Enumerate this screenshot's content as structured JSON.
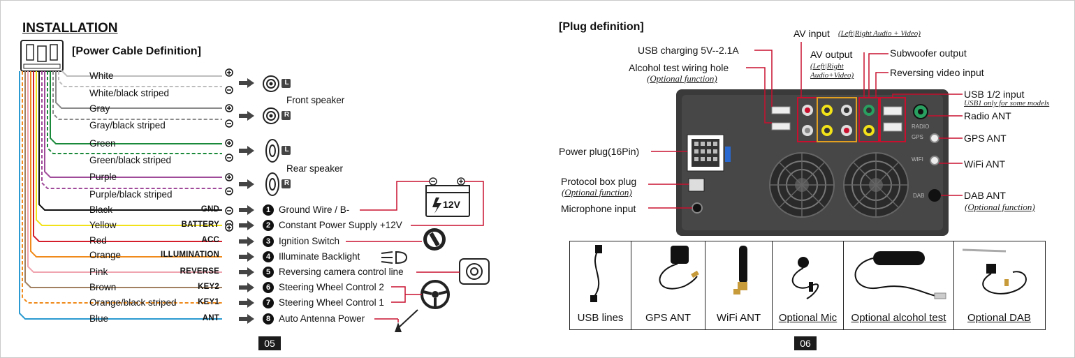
{
  "left": {
    "heading": "INSTALLATION",
    "subheading": "[Power Cable Definition]",
    "wires": [
      {
        "label": "White",
        "tag": "",
        "color": "#bdbdbd",
        "dashed": false
      },
      {
        "label": "White/black striped",
        "tag": "",
        "color": "#bdbdbd",
        "dashed": true
      },
      {
        "label": "Gray",
        "tag": "",
        "color": "#8a8a8a",
        "dashed": false
      },
      {
        "label": "Gray/black striped",
        "tag": "",
        "color": "#8a8a8a",
        "dashed": true
      },
      {
        "label": "Green",
        "tag": "",
        "color": "#1a8a3a",
        "dashed": false
      },
      {
        "label": "Green/black striped",
        "tag": "",
        "color": "#1a8a3a",
        "dashed": true
      },
      {
        "label": "Purple",
        "tag": "",
        "color": "#a04a9a",
        "dashed": false
      },
      {
        "label": "Purple/black striped",
        "tag": "",
        "color": "#a04a9a",
        "dashed": true
      },
      {
        "label": "Black",
        "tag": "GND",
        "color": "#111111",
        "dashed": false
      },
      {
        "label": "Yellow",
        "tag": "BATTERY",
        "color": "#f2e21a",
        "dashed": false
      },
      {
        "label": "Red",
        "tag": "ACC",
        "color": "#d41e2a",
        "dashed": false
      },
      {
        "label": "Orange",
        "tag": "ILLUMINATION",
        "color": "#f08a1a",
        "dashed": false
      },
      {
        "label": "Pink",
        "tag": "REVERSE",
        "color": "#f0a4b0",
        "dashed": false
      },
      {
        "label": "Brown",
        "tag": "KEY2",
        "color": "#a08060",
        "dashed": false
      },
      {
        "label": "Orange/black striped",
        "tag": "KEY1",
        "color": "#f08a1a",
        "dashed": true
      },
      {
        "label": "Blue",
        "tag": "ANT",
        "color": "#2a9ad0",
        "dashed": false
      }
    ],
    "speakers": {
      "front": "Front speaker",
      "rear": "Rear speaker",
      "left_badge": "L",
      "right_badge": "R"
    },
    "functions": [
      {
        "num": "1",
        "label": "Ground Wire / B-"
      },
      {
        "num": "2",
        "label": "Constant Power Supply +12V"
      },
      {
        "num": "3",
        "label": "Ignition Switch"
      },
      {
        "num": "4",
        "label": "Illuminate Backlight"
      },
      {
        "num": "5",
        "label": "Reversing camera control line"
      },
      {
        "num": "6",
        "label": "Steering Wheel Control 2"
      },
      {
        "num": "7",
        "label": "Steering Wheel Control 1"
      },
      {
        "num": "8",
        "label": "Auto  Antenna Power"
      }
    ],
    "battery_label": "12V",
    "page_number": "05"
  },
  "right": {
    "heading": "[Plug definition]",
    "callouts": {
      "av_input": "AV input",
      "av_input_note": "(Left|Right Audio + Video)",
      "usb_charging": "USB charging 5V--2.1A",
      "alcohol": "Alcohol test wiring hole",
      "alcohol_note": "(Optional function)",
      "av_output": "AV output",
      "av_output_note1": "(Left|Right",
      "av_output_note2": "Audio+Video)",
      "subwoofer": "Subwoofer output",
      "reversing_video": "Reversing video input",
      "usb12": "USB 1/2 input",
      "usb12_note": "USB1 only for some models",
      "radio_ant": "Radio ANT",
      "gps_ant": "GPS ANT",
      "wifi_ant": "WiFi ANT",
      "dab_ant": "DAB ANT",
      "dab_note": "(Optional function)",
      "power_plug": "Power plug(16Pin)",
      "protocol": "Protocol box plug",
      "protocol_note": "(Optional function)",
      "microphone": "Microphone input"
    },
    "unit_port_labels": {
      "radio": "RADIO",
      "gps": "GPS",
      "wifi": "WIFI",
      "dab": "DAB"
    },
    "accessories": [
      {
        "label": "USB lines",
        "underline": false
      },
      {
        "label": "GPS ANT",
        "underline": false
      },
      {
        "label": "WiFi ANT",
        "underline": false
      },
      {
        "label": "Optional Mic",
        "underline": true
      },
      {
        "label": "Optional alcohol test",
        "underline": true
      },
      {
        "label": "Optional DAB",
        "underline": true
      }
    ],
    "page_number": "06"
  },
  "colors": {
    "callout_line": "#c8102e",
    "av_box": "#e3a020",
    "unit_body": "#3a3a3a"
  }
}
